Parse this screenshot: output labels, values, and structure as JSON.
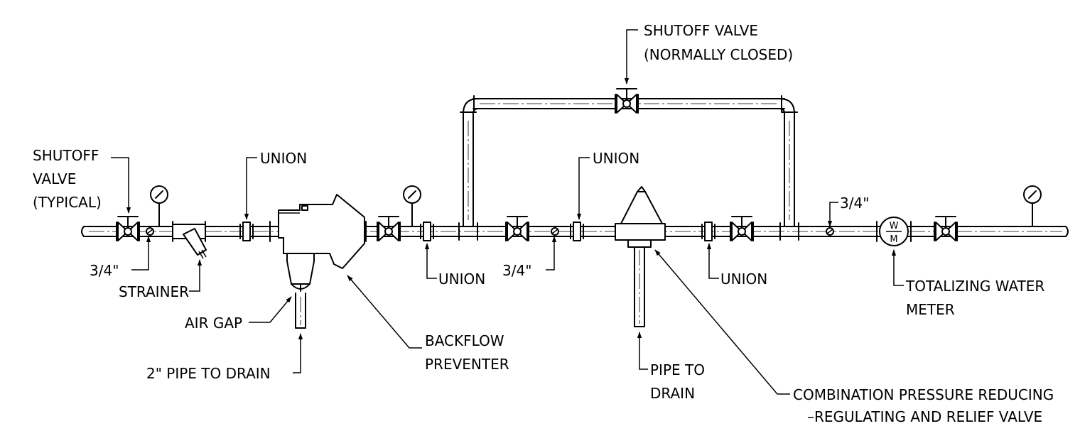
{
  "labels": {
    "shutoff_top_1": "SHUTOFF VALVE",
    "shutoff_top_2": "(NORMALLY CLOSED)",
    "shutoff_left_1": "SHUTOFF",
    "shutoff_left_2": "VALVE",
    "shutoff_left_3": "(TYPICAL)",
    "union_1": "UNION",
    "union_2": "UNION",
    "union_3": "UNION",
    "union_4": "UNION",
    "size_1": "3/4\"",
    "size_2": "3/4\"",
    "size_3": "3/4\"",
    "strainer": "STRAINER",
    "air_gap": "AIR GAP",
    "pipe_drain_2in": "2\" PIPE TO DRAIN",
    "backflow_1": "BACKFLOW",
    "backflow_2": "PREVENTER",
    "pipe_to_1": "PIPE TO",
    "pipe_to_2": "DRAIN",
    "combo_1": "COMBINATION PRESSURE REDUCING",
    "combo_2": "–REGULATING AND RELIEF VALVE",
    "totalizing_1": "TOTALIZING WATER",
    "totalizing_2": "METER",
    "meter_w": "W",
    "meter_m": "M"
  }
}
